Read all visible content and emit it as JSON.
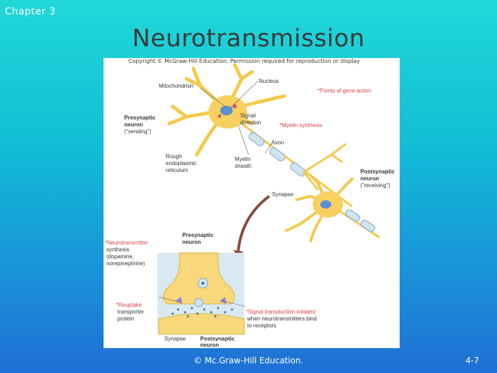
{
  "header": {
    "chapter": "Chapter 3",
    "title": "Neurotransmission"
  },
  "figure": {
    "copyright": "Copyright © McGraw-Hill Education. Permission required for reproduction or display",
    "labels": {
      "mitochondrion": "Mitochondrion",
      "nucleus": "Nucleus",
      "points_gene": "*Points of gene action",
      "presynaptic_1": "Presynaptic",
      "presynaptic_2": "neuron",
      "presynaptic_3": "(\"sending\")",
      "signal_1": "Signal",
      "signal_2": "direction",
      "myelin_synthesis": "*Myelin synthesis",
      "axon": "Axon",
      "rough_1": "Rough",
      "rough_2": "endoplasmic",
      "rough_3": "reticulum",
      "myelin_1": "Myelin",
      "myelin_2": "sheath",
      "post_1": "Postsynaptic",
      "post_2": "neuron",
      "post_3": "(\"receiving\")",
      "synapse": "Synapse",
      "pre2_1": "Presynaptic",
      "pre2_2": "neuron",
      "nt_1": "*Neurotransmitter",
      "nt_2": "synthesis",
      "nt_3": "(dopamine,",
      "nt_4": "norepinephrine)",
      "reuptake_1": "*Reuptake",
      "reuptake_2": "transporter",
      "reuptake_3": "protein",
      "sig_1": "*Signal transduction initiated",
      "sig_2": "when neurotransmitters bind",
      "sig_3": "to receptors",
      "synapse_bottom": "Synapse",
      "post_bottom_1": "Postsynaptic",
      "post_bottom_2": "neuron"
    }
  },
  "footer": {
    "copyright": "© Mc.Graw-Hill Education.",
    "page": "4-7"
  }
}
